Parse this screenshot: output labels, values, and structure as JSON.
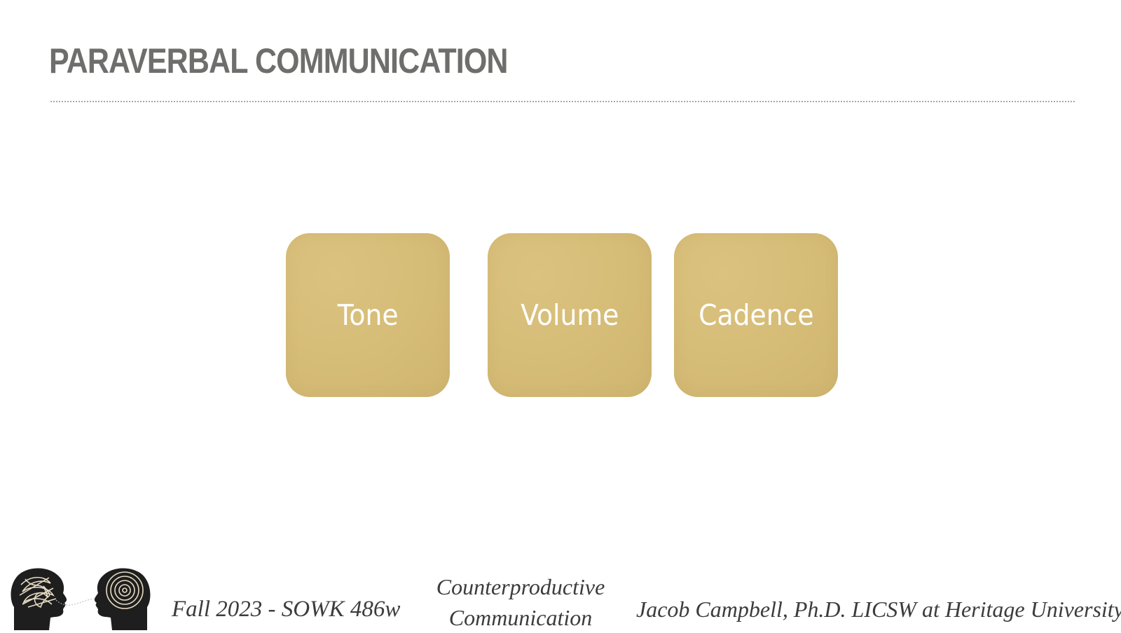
{
  "slide": {
    "title": "PARAVERBAL COMMUNICATION",
    "items": [
      {
        "label": "Tone"
      },
      {
        "label": "Volume"
      },
      {
        "label": "Cadence"
      }
    ]
  },
  "footer": {
    "course": "Fall 2023 - SOWK 486w",
    "topic_line1": "Counterproductive",
    "topic_line2": "Communication",
    "author": "Jacob Campbell, Ph.D. LICSW at Heritage University",
    "logo_icon": "two-heads-communication-icon"
  },
  "colors": {
    "title": "#6e6e6c",
    "tile": "#d6bd78",
    "tile_text": "#ffffff",
    "footer_text": "#3c3c3c"
  }
}
